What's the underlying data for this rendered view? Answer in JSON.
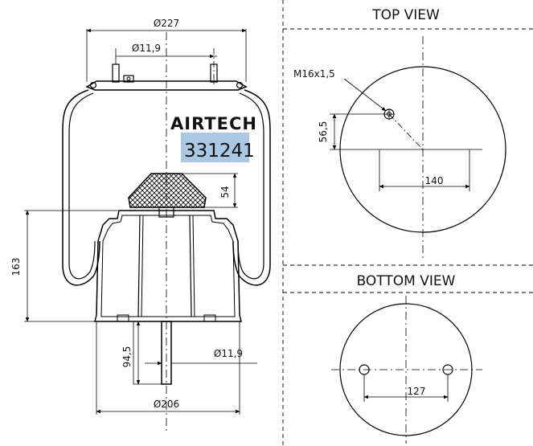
{
  "brand": "AIRTECH",
  "part_number": "331241",
  "highlight_color": "#aac8e4",
  "line_color": "#000000",
  "side_view": {
    "top_diameter": "Ø227",
    "stud_diameter": "Ø11,9",
    "piston_height": "54",
    "body_height": "163",
    "bottom_stud_length": "94,5",
    "bottom_stud_diameter": "Ø11,9",
    "bottom_diameter": "Ø206"
  },
  "top_view": {
    "title": "TOP VIEW",
    "thread": "M16x1,5",
    "offset": "56,5",
    "spacing": "140"
  },
  "bottom_view": {
    "title": "BOTTOM VIEW",
    "spacing": "127"
  }
}
